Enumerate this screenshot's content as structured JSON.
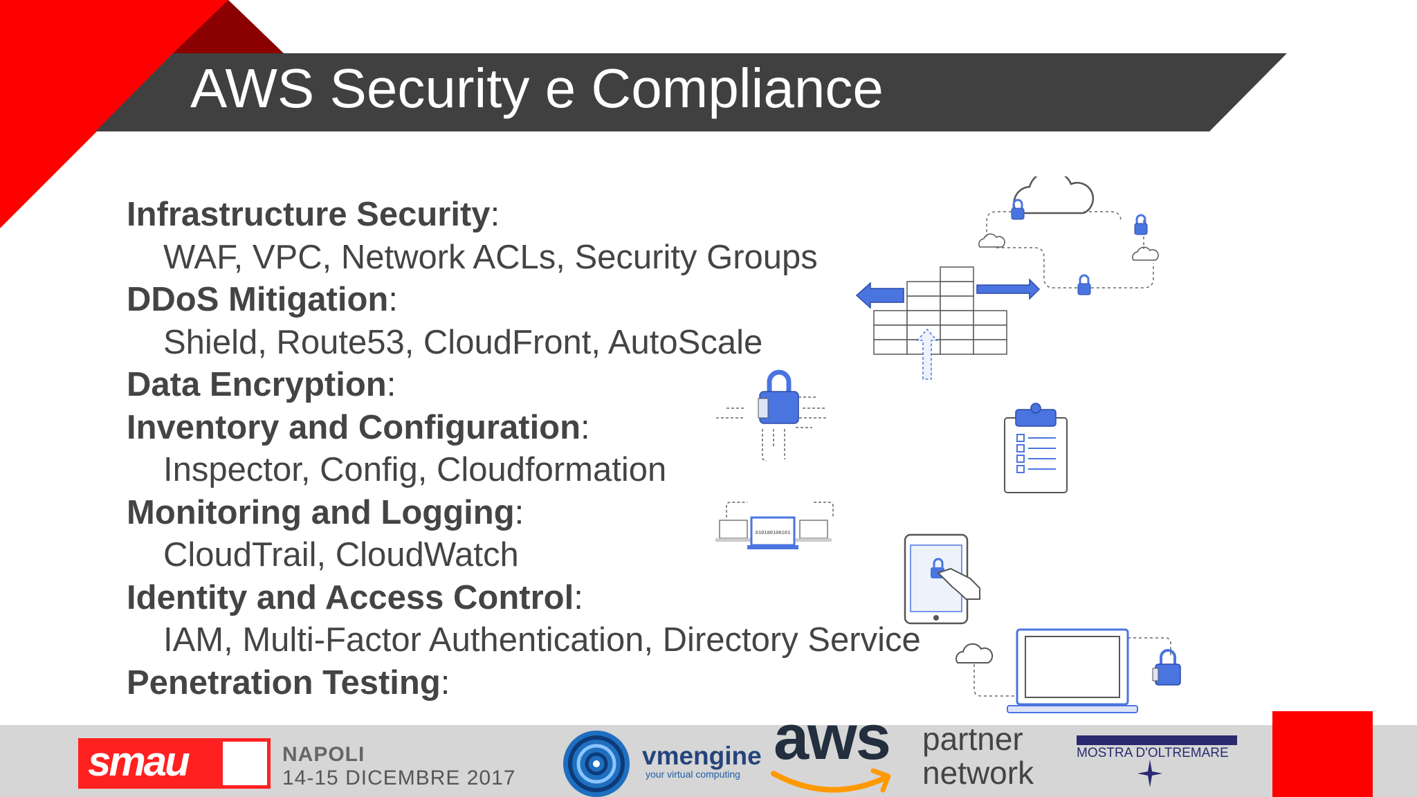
{
  "slide": {
    "title": "AWS Security e Compliance",
    "accent_color": "#ff0000",
    "title_bar_color": "#404040"
  },
  "bullets": [
    {
      "heading": "Infrastructure Security",
      "sep": ":",
      "detail": "WAF, VPC, Network ACLs, Security Groups"
    },
    {
      "heading": "DDoS Mitigation",
      "sep": ":",
      "detail": "Shield, Route53, CloudFront, AutoScale"
    },
    {
      "heading": "Data Encryption",
      "sep": ":",
      "detail": null
    },
    {
      "heading": "Inventory and Configuration",
      "sep": ":",
      "detail": "Inspector, Config, Cloudformation"
    },
    {
      "heading": "Monitoring and Logging",
      "sep": ":",
      "detail": "CloudTrail, CloudWatch"
    },
    {
      "heading": "Identity and Access Control",
      "sep": ":",
      "detail": "IAM, Multi-Factor Authentication, Directory Service"
    },
    {
      "heading": "Penetration Testing",
      "sep": ":",
      "detail": null
    }
  ],
  "illustration": {
    "icons": [
      "cloud-lock-network-icon",
      "firewall-icon",
      "padlock-circuit-icon",
      "clipboard-checklist-icon",
      "monitor-binary-icon",
      "tablet-touch-lock-icon",
      "laptop-lock-cloud-icon"
    ],
    "binary_label": "010100100101",
    "accent_blue": "#4a74e0"
  },
  "footer": {
    "smau_logo": "smau",
    "smau_city": "NAPOLI",
    "smau_date": "14-15 DICEMBRE 2017",
    "vmengine_name": "vmengine",
    "vmengine_tagline": "your virtual computing",
    "aws_logo": "aws",
    "partner_line1": "partner",
    "partner_line2": "network",
    "mostra_text": "MOSTRA D'OLTREMARE"
  }
}
